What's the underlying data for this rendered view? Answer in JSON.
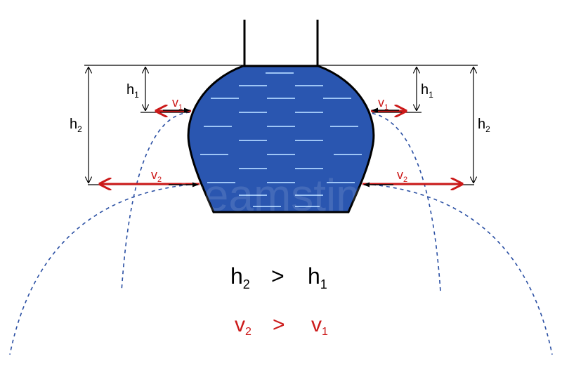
{
  "labels": {
    "h": "h",
    "v": "v",
    "sub1": "1",
    "sub2": "2"
  },
  "equations": {
    "height": {
      "left": "h",
      "left_sub": "2",
      "op": ">",
      "right": "h",
      "right_sub": "1"
    },
    "velocity": {
      "left": "v",
      "left_sub": "2",
      "op": ">",
      "right": "v",
      "right_sub": "1"
    }
  },
  "watermark": "dreamstime",
  "colors": {
    "water": "#2a56b0",
    "water_stripe": "#9ec5f5",
    "velocity_arrow": "#cc1a1a",
    "trajectory": "#2a4fa3",
    "outline": "#000000"
  }
}
